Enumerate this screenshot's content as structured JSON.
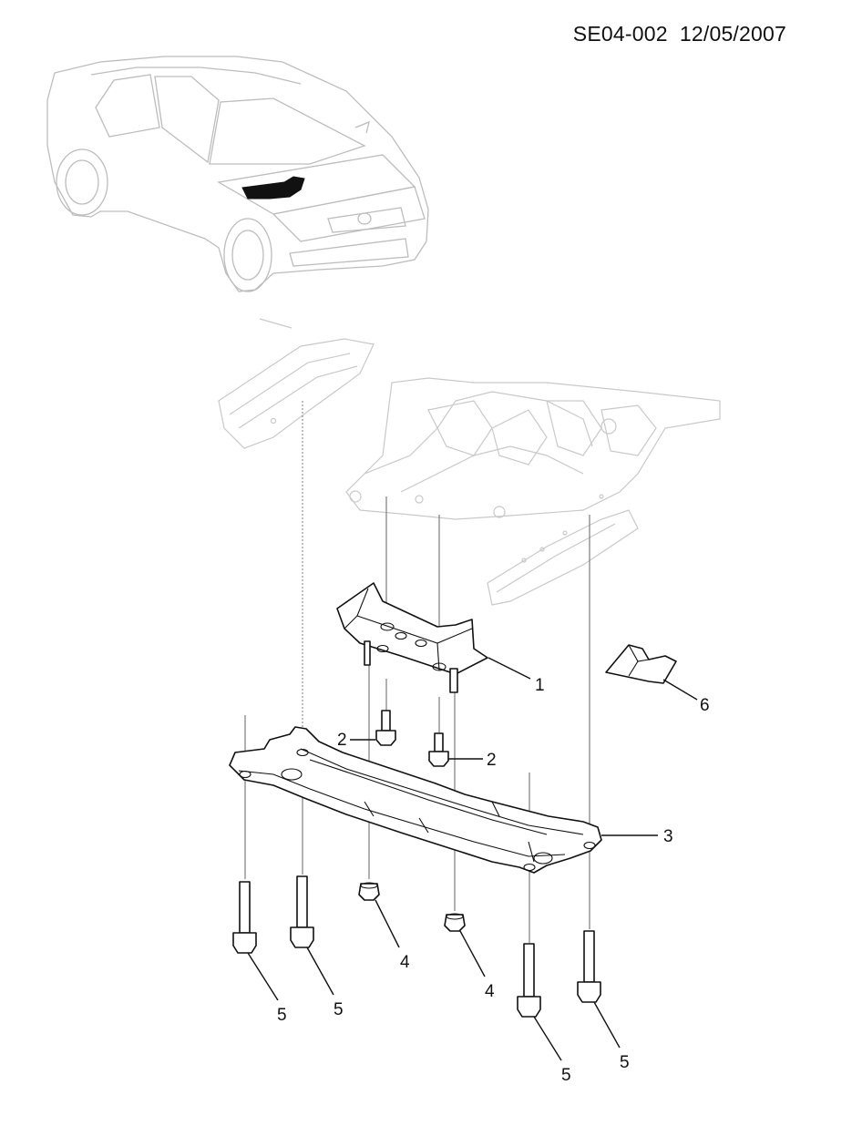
{
  "header": {
    "code": "SE04-002",
    "date": "12/05/2007"
  },
  "callouts": {
    "c1": "1",
    "c2a": "2",
    "c2b": "2",
    "c3": "3",
    "c4a": "4",
    "c4b": "4",
    "c5a": "5",
    "c5b": "5",
    "c5c": "5",
    "c5d": "5",
    "c6": "6"
  }
}
